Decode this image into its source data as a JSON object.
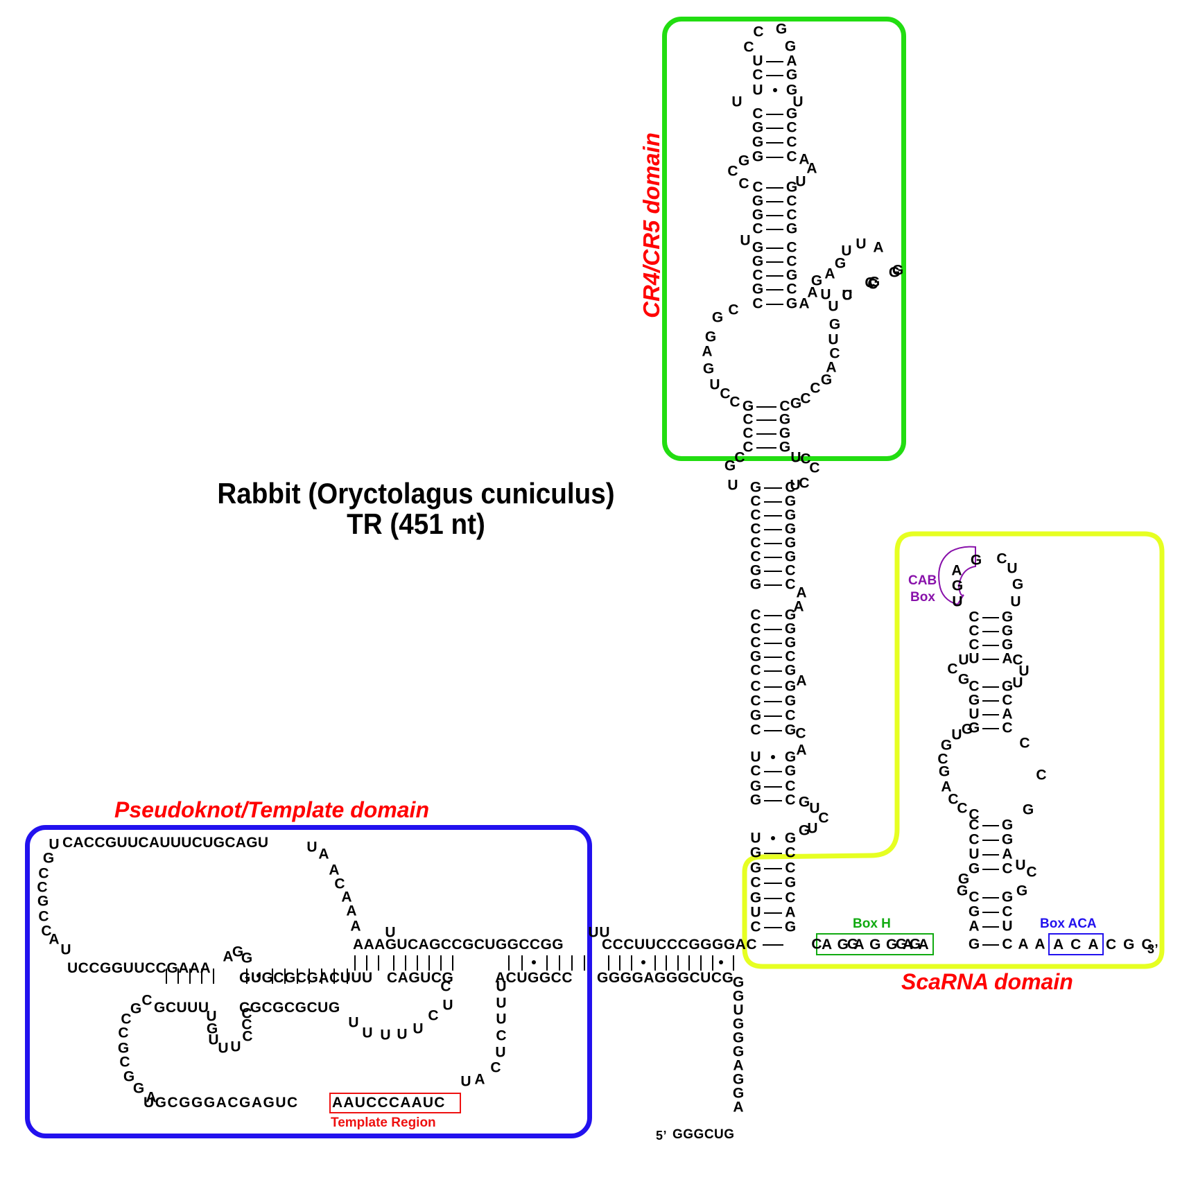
{
  "title": {
    "line1": "Rabbit (Oryctolagus cuniculus)",
    "line2": "TR (451 nt)"
  },
  "domains": {
    "cr4cr5": {
      "label": "CR4/CR5 domain",
      "color": "#22dd11"
    },
    "pseudoknot": {
      "label": "Pseudoknot/Template domain",
      "color": "#2211ee"
    },
    "scarna": {
      "label": "ScaRNA domain",
      "color": "#e6ff22"
    }
  },
  "motifs": {
    "template": {
      "label": "Template Region",
      "sequence": "AAUCCCAAUC",
      "color": "#ee1111"
    },
    "box_h": {
      "label": "Box H",
      "sequence": "AGAGGAA",
      "color": "#11aa11"
    },
    "box_aca": {
      "label": "Box ACA",
      "sequence": "ACA",
      "color": "#2211ee"
    },
    "cab_box": {
      "label_line1": "CAB",
      "label_line2": "Box",
      "sequence": "UGAG",
      "color": "#8811aa"
    }
  },
  "ends": {
    "five_prime": "5’",
    "three_prime": "3’"
  },
  "sequences": {
    "pk_top_loop": "CACCGUUCAUUUCUGCAGU",
    "pk_bottom": "UGCGGGACGAGUC",
    "pk_strand_top": "AAAGUCAGCCGCUGGCCGG",
    "pk_strand_mid": "GUGCGCGACUUU",
    "pk_strand_mid2": "CAGUCG",
    "pk_p2_bottom": "ACUGGCC",
    "p1_top": "CCCUUCCCGGGGAC",
    "p1_bottom": "GGGGAGGGCUCG",
    "five_prime_tail": "GGGCUG",
    "left_lower": "UCCGGUUCCGAAA",
    "left_pair_bottom": "GCUUU",
    "mid_pair_bottom": "CGCGCGCUG",
    "scarna_tail": "CGC"
  }
}
